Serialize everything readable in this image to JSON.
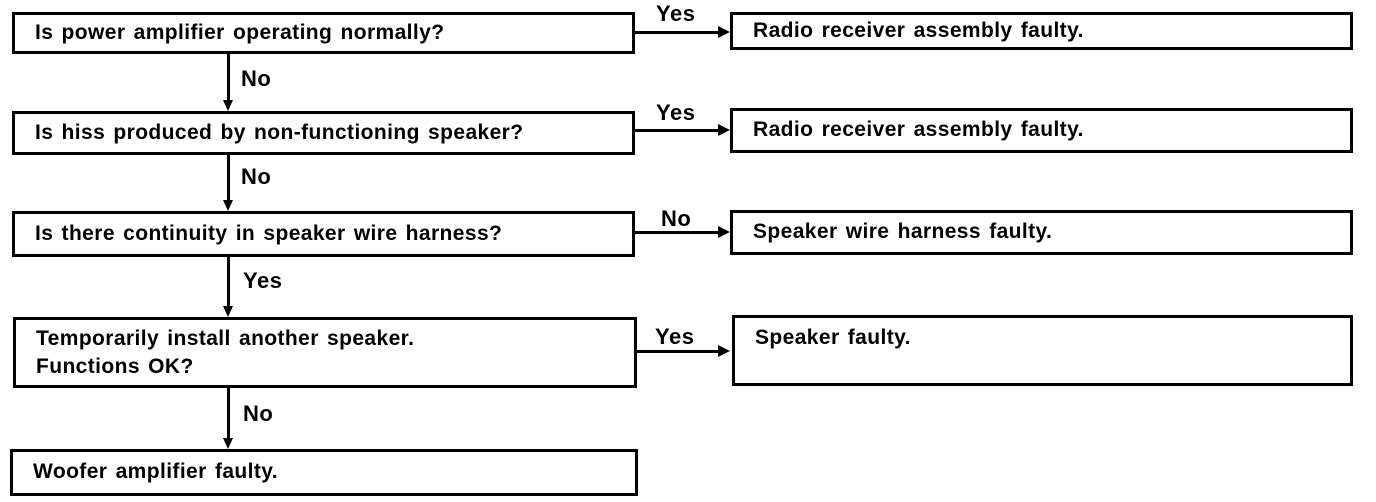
{
  "colors": {
    "line": "#000000",
    "background": "#ffffff",
    "text": "#000000"
  },
  "flowchart": {
    "row1": {
      "question": "Is power amplifier operating normally?",
      "branch_label": "Yes",
      "result": "Radio receiver assembly faulty.",
      "down_label": "No"
    },
    "row2": {
      "question": "Is hiss produced by non-functioning speaker?",
      "branch_label": "Yes",
      "result": "Radio receiver assembly faulty.",
      "down_label": "No"
    },
    "row3": {
      "question": "Is there continuity in speaker wire harness?",
      "branch_label": "No",
      "result": "Speaker wire harness faulty.",
      "down_label": "Yes"
    },
    "row4": {
      "question_line1": "Temporarily install another speaker.",
      "question_line2": "Functions OK?",
      "branch_label": "Yes",
      "result": "Speaker faulty.",
      "down_label": "No"
    },
    "row5": {
      "terminal": "Woofer amplifier faulty."
    }
  }
}
